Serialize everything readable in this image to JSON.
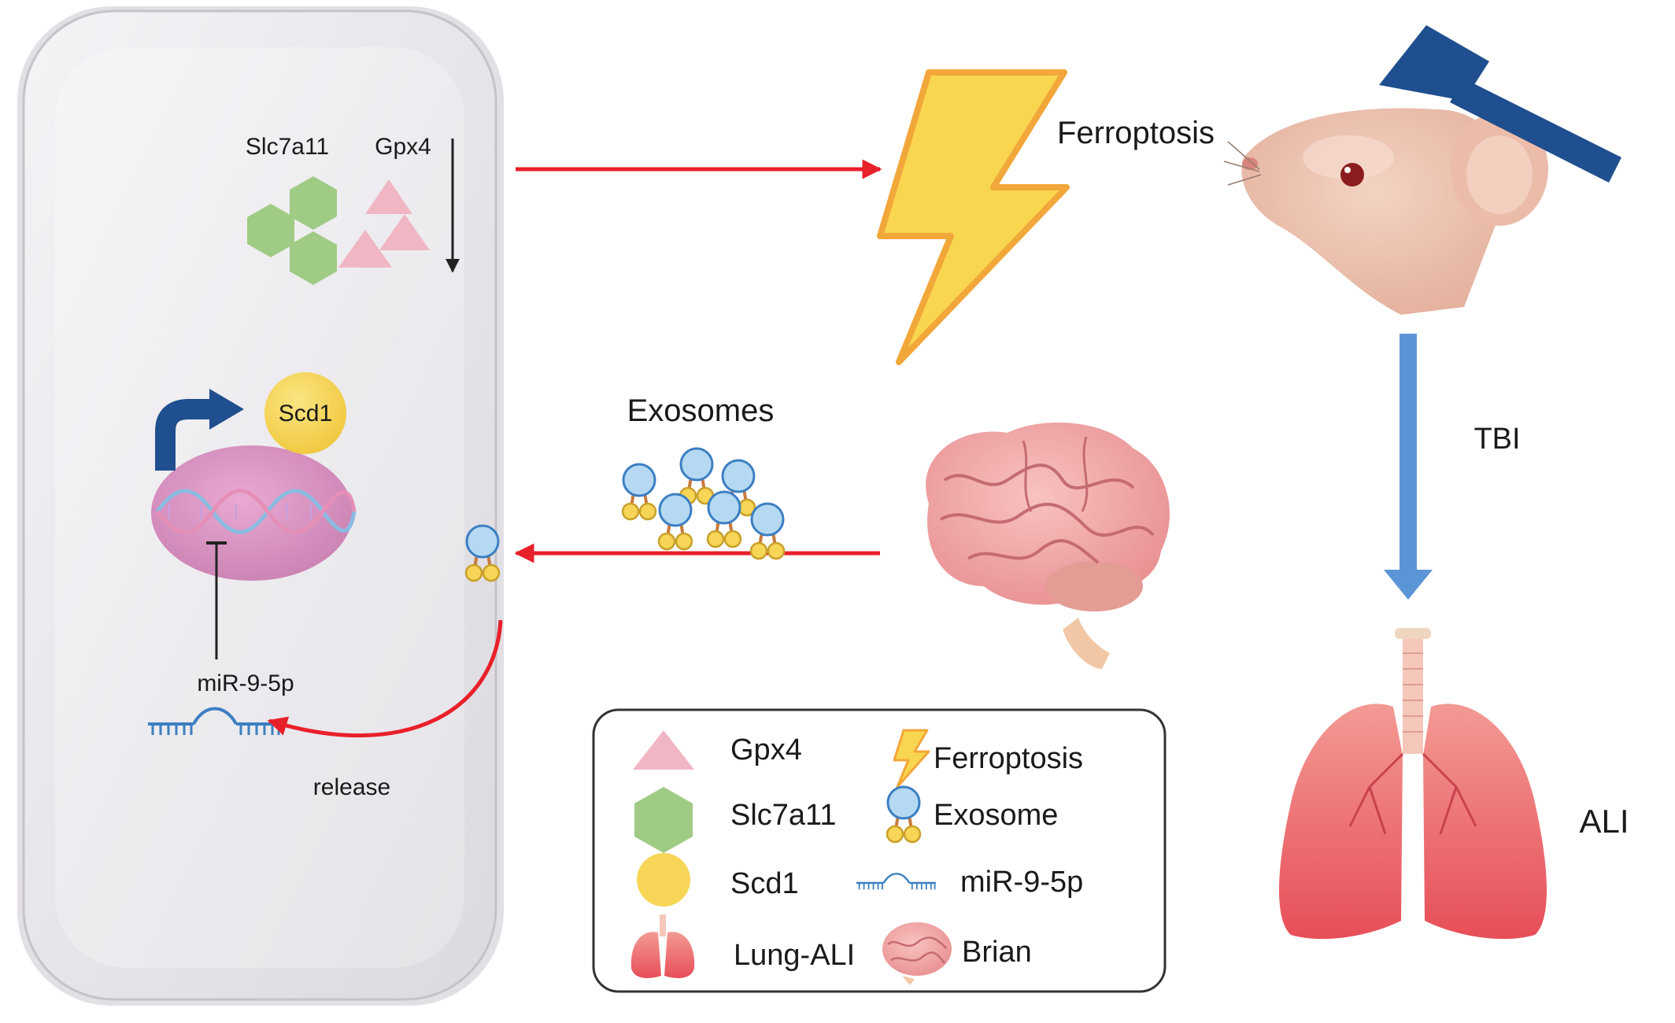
{
  "cell": {
    "label_slc7a11": "Slc7a11",
    "label_gpx4": "Gpx4",
    "label_scd1": "Scd1",
    "label_mirna": "miR-9-5p",
    "label_release": "release"
  },
  "flow": {
    "ferroptosis_label": "Ferroptosis",
    "exosomes_label": "Exosomes",
    "tbi_label": "TBI",
    "ali_label": "ALI"
  },
  "legend": {
    "items": [
      {
        "icon": "pink-triangle-icon",
        "label": "Gpx4"
      },
      {
        "icon": "lightning-bolt-icon",
        "label": "Ferroptosis"
      },
      {
        "icon": "green-hexagon-icon",
        "label": "Slc7a11"
      },
      {
        "icon": "exosome-icon",
        "label": "Exosome"
      },
      {
        "icon": "yellow-circle-icon",
        "label": "Scd1"
      },
      {
        "icon": "mirna-strand-icon",
        "label": "miR-9-5p"
      },
      {
        "icon": "lung-icon",
        "label": "Lung-ALI"
      },
      {
        "icon": "brain-icon",
        "label": "Brian"
      }
    ]
  },
  "colors": {
    "arrow_red": "#e8202a",
    "arrow_blue": "#5b95d6",
    "hexagon_green": "#9fcb84",
    "triangle_pink": "#f0b6c3",
    "scd1_yellow": "#f7d557",
    "bolt_yellow": "#f9d64f",
    "nucleus_pink": "#d98ec0",
    "exosome_blue": "#b5d9f2",
    "hammer_navy": "#1f4f8e"
  }
}
